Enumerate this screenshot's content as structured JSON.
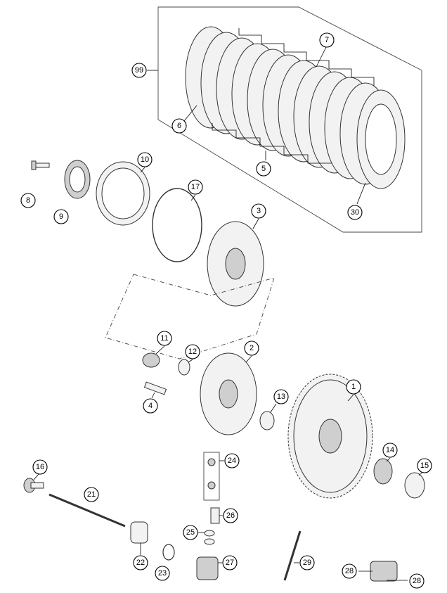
{
  "diagram": {
    "callouts": [
      {
        "id": "99",
        "label": "99"
      },
      {
        "id": "7",
        "label": "7"
      },
      {
        "id": "6",
        "label": "6"
      },
      {
        "id": "5",
        "label": "5"
      },
      {
        "id": "30",
        "label": "30"
      },
      {
        "id": "10",
        "label": "10"
      },
      {
        "id": "8",
        "label": "8"
      },
      {
        "id": "9",
        "label": "9"
      },
      {
        "id": "17",
        "label": "17"
      },
      {
        "id": "3",
        "label": "3"
      },
      {
        "id": "11",
        "label": "11"
      },
      {
        "id": "12",
        "label": "12"
      },
      {
        "id": "2",
        "label": "2"
      },
      {
        "id": "4",
        "label": "4"
      },
      {
        "id": "13",
        "label": "13"
      },
      {
        "id": "1",
        "label": "1"
      },
      {
        "id": "14",
        "label": "14"
      },
      {
        "id": "15",
        "label": "15"
      },
      {
        "id": "24",
        "label": "24"
      },
      {
        "id": "16",
        "label": "16"
      },
      {
        "id": "21",
        "label": "21"
      },
      {
        "id": "26",
        "label": "26"
      },
      {
        "id": "25",
        "label": "25"
      },
      {
        "id": "22",
        "label": "22"
      },
      {
        "id": "27",
        "label": "27"
      },
      {
        "id": "23",
        "label": "23"
      },
      {
        "id": "29",
        "label": "29"
      },
      {
        "id": "28a",
        "label": "28"
      },
      {
        "id": "28b",
        "label": "28"
      }
    ]
  }
}
